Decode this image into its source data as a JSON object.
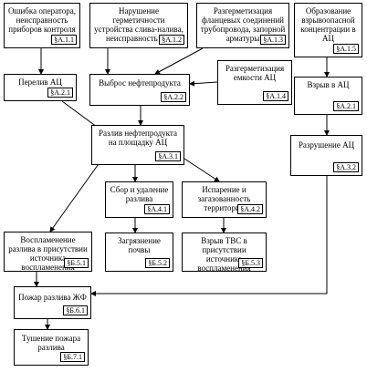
{
  "nodes": [
    {
      "id": "n1",
      "text": "Ошибка оператора, неисправность приборов контроля",
      "code": "§А.1.1"
    },
    {
      "id": "n2",
      "text": "Нарушение герметичности устройства слива-налива, неисправность АЦ",
      "code": "§А.1.2"
    },
    {
      "id": "n3",
      "text": "Разгерметизация фланцевых соединений трубопровода, запорной арматуры",
      "code": "§А.1.3"
    },
    {
      "id": "n5",
      "text": "Образование взрывоопасной концентрации в АЦ",
      "code": "§А.1.5"
    },
    {
      "id": "n6",
      "text": "Перелив АЦ",
      "code": "§А.2.1"
    },
    {
      "id": "n7",
      "text": "Выброс нефтепродукта",
      "code": "§А.2.2"
    },
    {
      "id": "n4",
      "text": "Разгерметизация емкости АЦ",
      "code": "§А.1.4"
    },
    {
      "id": "n8",
      "text": "Взрыв в АЦ",
      "code": "§А.2.1"
    },
    {
      "id": "n9",
      "text": "Разлив нефтепродукта на площадку АЦ",
      "code": "§А.3.1"
    },
    {
      "id": "n10",
      "text": "Разрушение АЦ",
      "code": "§А.3.2"
    },
    {
      "id": "n11",
      "text": "Сбор и удаление разлива",
      "code": "§А.4.1"
    },
    {
      "id": "n12",
      "text": "Испарение и загазованность территории",
      "code": "§А.4.2"
    },
    {
      "id": "n13",
      "text": "Воспламенение разлива в присутствии источника воспламенения",
      "code": "§Б.5.1"
    },
    {
      "id": "n14",
      "text": "Загрязнение почвы",
      "code": "§Б.5.2"
    },
    {
      "id": "n15",
      "text": "Взрыв ТВС в присутствии источника воспламенения",
      "code": "§Б.5.3"
    },
    {
      "id": "n16",
      "text": "Пожар разлива ЖФ",
      "code": "§Б.6.1"
    },
    {
      "id": "n17",
      "text": "Тушение пожара разлива",
      "code": "§Б.7.1"
    }
  ]
}
